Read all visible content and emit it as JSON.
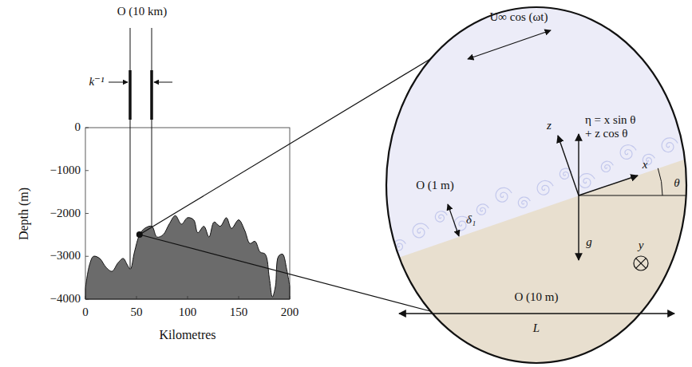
{
  "diagram": {
    "labels": [
      "O (10 km)",
      "k⁻¹",
      "0",
      "−1000",
      "−2000",
      "−3000",
      "−4000",
      "Depth (m)",
      "0",
      "50",
      "100",
      "150",
      "200",
      "Kilometres",
      "U∞ cos (ωt)",
      "z",
      "η = x sin θ + z cos θ",
      "x",
      "θ",
      "O (1 m)",
      "δ₁",
      "g",
      "y",
      "O (10 m)",
      "L"
    ]
  }
}
